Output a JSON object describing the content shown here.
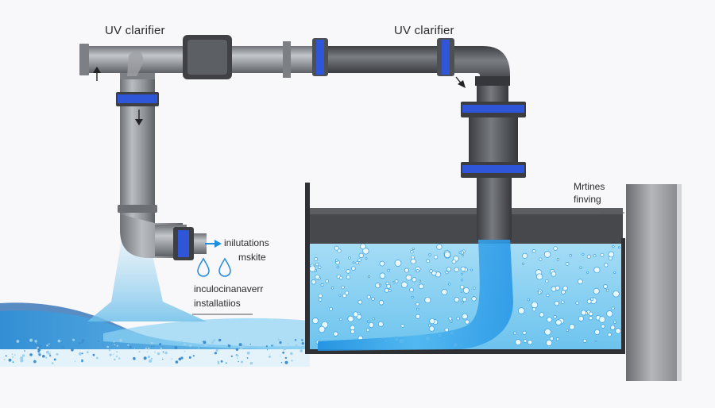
{
  "labels": {
    "uv_left": "UV clarifier",
    "uv_right": "UV clarifier",
    "outlet_line1": "inilutations",
    "outlet_line2": "mskite",
    "bottom_line1": "inculocinanaverr",
    "bottom_line2": "installatiios",
    "side_line1": "Mrtines",
    "side_line2": "finving"
  },
  "colors": {
    "pipe": "#8e9196",
    "pipe_dark": "#4a4c50",
    "coupling_blue": "#2f56d8",
    "water": "#8fd3f3",
    "water_deep": "#3aa7e6",
    "tank_wall": "#3a3a3e",
    "background": "#f8f8fb"
  },
  "icons": [
    "arrow-up-icon",
    "arrow-down-icon",
    "arrow-right-icon",
    "water-drop-icon"
  ]
}
